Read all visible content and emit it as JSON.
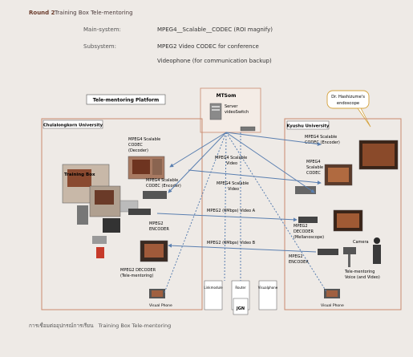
{
  "header": {
    "round": "Round 2",
    "title": "Training Box Tele-mentoring",
    "main_label": "Main-system:",
    "main_value": "MPEG4__Scalable__CODEC (ROI magnify)",
    "sub_label": "Subsystem:",
    "sub_value_1": "MPEG2 Video CODEC for conference",
    "sub_value_2": "Videophone (for communication backup)"
  },
  "diagram": {
    "platform_label": "Tele-mentoring Platform",
    "mtsom": "MTSom",
    "server_label": "Server",
    "server_sub": "videoSwitch",
    "dr_note_1": "Dr. Hashizume's",
    "dr_note_2": "endoscope",
    "chula": "Chulalongkorn University",
    "kyushu": "Kyushu University",
    "training_box": "Training Box",
    "chula_mpeg4_a1": "MPEG4 Scalable",
    "chula_mpeg4_a2": "CODEC",
    "chula_mpeg4_a3": "(Decoder)",
    "chula_mpeg4_b1": "MPEG4 Scalable",
    "chula_mpeg4_b2": "CODEC (Encoder)",
    "chula_mpeg2_enc1": "MPEG2",
    "chula_mpeg2_enc2": "ENCODER",
    "chula_mpeg2_dec": "MPEG2 DECODER",
    "chula_mpeg2_dec_sub": "(Tele-mentoring)",
    "scalable_video_1": "MPEG4 Scalable",
    "scalable_video_1_sub": "Video",
    "scalable_video_2": "MPEG4 Scalable",
    "scalable_video_2_sub": "Video",
    "mpeg2_video_a": "MPEG2 (6Mbps) Video A",
    "mpeg2_video_b": "MPEG2 (6Mbps) Video B",
    "ky_mpeg4_a1": "MPEG4 Scalable",
    "ky_mpeg4_a2": "CODEC (Encoder)",
    "ky_mpeg4_b1": "MPEG4",
    "ky_mpeg4_b2": "Scalable",
    "ky_mpeg4_b3": "CODEC",
    "ky_mpeg2_dec1": "MPEG2",
    "ky_mpeg2_dec2": "DECODER",
    "ky_mpeg2_dec3": "(Mellanoscope)",
    "ky_mpeg2_enc1": "MPEG2",
    "ky_mpeg2_enc2": "ENCODER",
    "camera": "Camera",
    "tele_voice_1": "Tele-mentoring",
    "tele_voice_2": "Voice (and Video)",
    "visual_phone_left": "Visual Phone",
    "visual_phone_right": "Visual Phone",
    "box_labels": [
      "Linkmodule",
      "Router",
      "Visualphone"
    ],
    "jgn": "JGN"
  },
  "caption": {
    "thai": "การเชื่อมต่ออุปกรณ์การเรียน",
    "english": "Training Box Tele-mentoring"
  },
  "colors": {
    "frame": "#c98a6f",
    "arrow": "#5a7fb0",
    "bg": "#eeeae6"
  }
}
